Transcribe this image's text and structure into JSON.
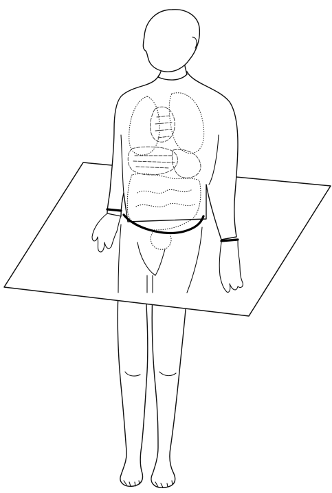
{
  "figure": {
    "subject": "human-figure",
    "view": "three-quarter-standing",
    "plane": "transverse-plane",
    "colors": {
      "line": "#111111",
      "background": "#ffffff",
      "section-line": "#000000"
    }
  }
}
